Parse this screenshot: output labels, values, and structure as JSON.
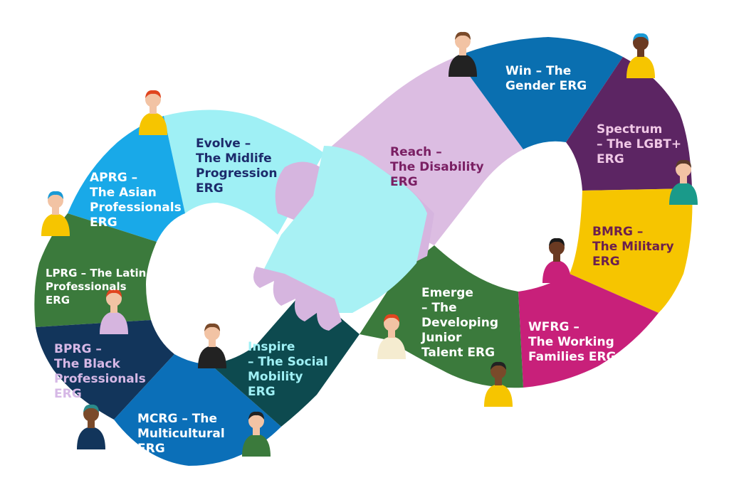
{
  "segments": [
    {
      "id": "evolve",
      "text": "Evolve –\nThe Midlife\nProgression\nERG",
      "color": "#9ff0f5",
      "text_color": "#1c2a6b"
    },
    {
      "id": "aprg",
      "text": "APRG –\nThe Asian\nProfessionals\nERG",
      "color": "#19a9e8",
      "text_color": "#ffffff"
    },
    {
      "id": "lprg",
      "text": "LPRG – The Latin\nProfessionals\nERG",
      "color": "#3b7a3c",
      "text_color": "#ffffff"
    },
    {
      "id": "bprg",
      "text": "BPRG –\nThe Black\nProfessionals\nERG",
      "color": "#12355b",
      "text_color": "#d6b8e6"
    },
    {
      "id": "mcrg",
      "text": "MCRG – The\nMulticultural\nERG",
      "color": "#0b6fb8",
      "text_color": "#ffffff"
    },
    {
      "id": "inspire",
      "text": "Inspire\n– The Social\nMobility\nERG",
      "color": "#0d4a4f",
      "text_color": "#9ff0f5"
    },
    {
      "id": "emerge",
      "text": "Emerge\n– The\nDeveloping\nJunior\nTalent ERG",
      "color": "#3b7a3c",
      "text_color": "#ffffff"
    },
    {
      "id": "wfrg",
      "text": "WFRG –\nThe Working\nFamilies ERG",
      "color": "#c8207a",
      "text_color": "#ffffff"
    },
    {
      "id": "bmrg",
      "text": "BMRG –\nThe Military\nERG",
      "color": "#f6c500",
      "text_color": "#6b1f4e"
    },
    {
      "id": "spectrum",
      "text": "Spectrum\n– The LGBT+\nERG",
      "color": "#5c2563",
      "text_color": "#f0c8e6"
    },
    {
      "id": "win",
      "text": "Win – The\nGender ERG",
      "color": "#0a6fb0",
      "text_color": "#ffffff"
    },
    {
      "id": "reach",
      "text": "Reach –\nThe Disability\nERG",
      "color": "#dcbde2",
      "text_color": "#7a1f63"
    }
  ],
  "handshake": {
    "left_hand_color": "#a8f1f4",
    "right_hand_color": "#d6b5df"
  },
  "people": [
    {
      "icon": "person-yellow-shirt-phone-icon",
      "shirt": "#f6c500",
      "hair": "#e0451f",
      "skin": "#f2c3a4"
    },
    {
      "icon": "person-blue-headwrap-icon",
      "shirt": "#f6c500",
      "hair": "#1a9ad6",
      "skin": "#f2c3a4"
    },
    {
      "icon": "two-people-icon",
      "shirt": "#d6b5df",
      "hair": "#e0451f",
      "skin": "#f2c3a4"
    },
    {
      "icon": "person-turban-icon",
      "shirt": "#12355b",
      "hair": "#2a8a8a",
      "skin": "#7a4a2a"
    },
    {
      "icon": "person-suit-pointing-icon",
      "shirt": "#222222",
      "hair": "#7a4a2a",
      "skin": "#f2c3a4"
    },
    {
      "icon": "person-wheelchair-icon",
      "shirt": "#3b7a3c",
      "hair": "#222222",
      "skin": "#f2c3a4"
    },
    {
      "icon": "person-red-hair-icon",
      "shirt": "#f5ecd0",
      "hair": "#e0451f",
      "skin": "#f2c3a4"
    },
    {
      "icon": "person-yellow-shirt-phone-icon",
      "shirt": "#f6c500",
      "hair": "#222222",
      "skin": "#7a4a2a"
    },
    {
      "icon": "person-pink-top-icon",
      "shirt": "#c8207a",
      "hair": "#1a1a1a",
      "skin": "#6a3a22"
    },
    {
      "icon": "person-teal-top-phone-icon",
      "shirt": "#1a9a8a",
      "hair": "#5a3a2a",
      "skin": "#f2c3a4"
    },
    {
      "icon": "person-blue-hat-icon",
      "shirt": "#f6c500",
      "hair": "#1a9ad6",
      "skin": "#6a3a22"
    },
    {
      "icon": "person-suit-pointing-icon",
      "shirt": "#222222",
      "hair": "#7a4a2a",
      "skin": "#f2c3a4"
    }
  ]
}
